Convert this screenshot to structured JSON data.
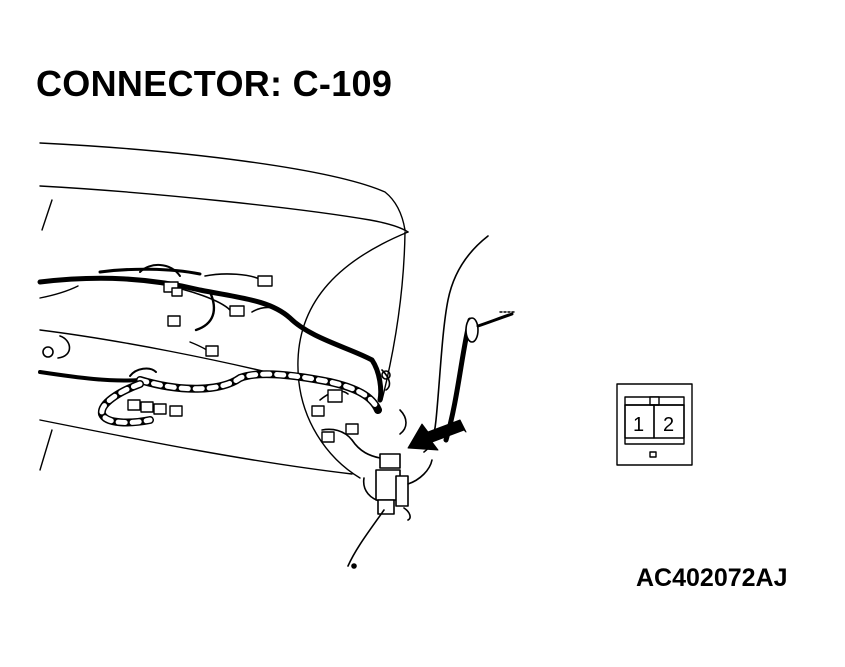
{
  "title": "CONNECTOR: C-109",
  "figure_code": "AC402072AJ",
  "connector": {
    "pins": [
      "1",
      "2"
    ]
  },
  "icons": {
    "arrow": "pointer-arrow-icon",
    "connector_face": "connector-face-icon"
  }
}
